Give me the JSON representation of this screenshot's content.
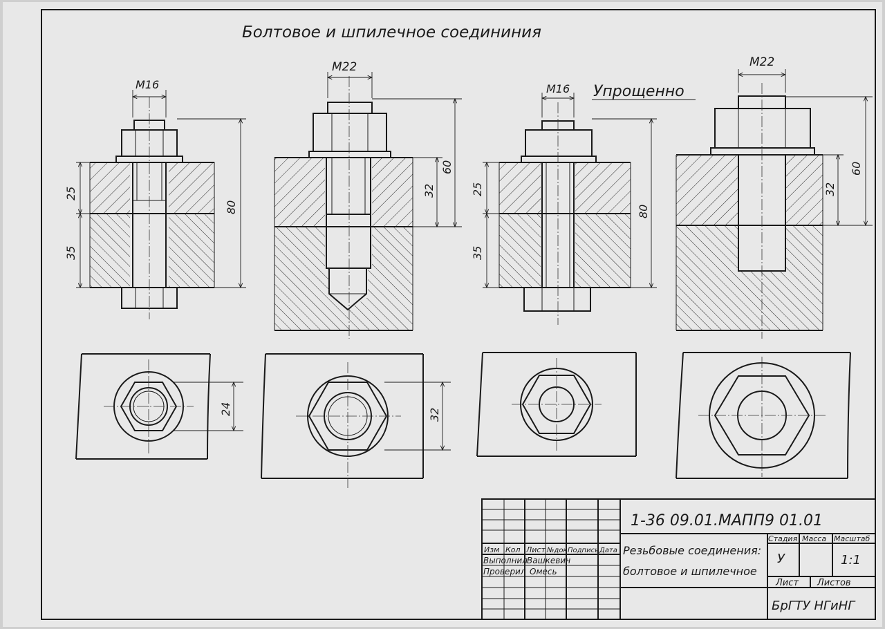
{
  "sheet": {
    "title": "Болтовое и шпилечное соедининия",
    "simplified_label": "Упрощенно"
  },
  "views": {
    "bolt_detailed": {
      "thread": "М16",
      "dims": [
        "25",
        "35",
        "80"
      ],
      "top_dim": "24"
    },
    "stud_detailed": {
      "thread": "М22",
      "dims": [
        "32",
        "60"
      ],
      "top_dim": "32"
    },
    "bolt_simplified": {
      "thread": "М16",
      "dims": [
        "25",
        "35",
        "80"
      ]
    },
    "stud_simplified": {
      "thread": "М22",
      "dims": [
        "32",
        "60"
      ]
    }
  },
  "title_block": {
    "designation": "1-36 09.01.МАПП9 01.01",
    "headers": [
      "Изм",
      "Кол",
      "Лист",
      "№док",
      "Подпись",
      "Дата"
    ],
    "rows": [
      {
        "role": "Выполнил",
        "name": "Вашкевич"
      },
      {
        "role": "Проверил",
        "name": "Омесь"
      }
    ],
    "doc_title_1": "Резьбовые соединения:",
    "doc_title_2": "болтовое и шпилечное",
    "stage_label": "Стадия",
    "mass_label": "Масса",
    "scale_label": "Масштаб",
    "stage": "У",
    "scale": "1:1",
    "sheet_label": "Лист",
    "sheets_label": "Листов",
    "organization": "БрГТУ НГиНГ"
  }
}
